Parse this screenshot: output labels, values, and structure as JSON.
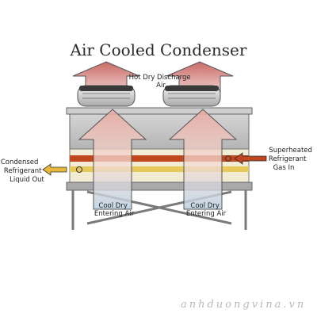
{
  "title": "Air Cooled Condenser",
  "labels": {
    "hot_air": [
      "Hot Dry Discharge",
      "Air"
    ],
    "condensed_out": [
      "Condensed",
      "Refrigerant",
      "Liquid Out"
    ],
    "superheated_in": [
      "Superheated",
      "Refrigerant",
      "Gas In"
    ],
    "cool_air_left": [
      "Cool Dry",
      "Entering Air"
    ],
    "cool_air_right": [
      "Cool Dry",
      "Entering Air"
    ]
  },
  "watermark": "anhduongvina.vn",
  "colors": {
    "hot_air_top": "#c96b67",
    "hot_air_bottom": "#f7e3e0",
    "cool_air_bottom": "#b9cfe0",
    "refrigerant_gas": "#c0461d",
    "refrigerant_liquid": "#e7c85a",
    "inlet_arrow": "#c0461d",
    "outlet_arrow": "#e6b93a",
    "frame": "#7a7a7a"
  },
  "icons": [
    "fan-guard-icon",
    "inlet-arrow-icon",
    "outlet-arrow-icon"
  ]
}
